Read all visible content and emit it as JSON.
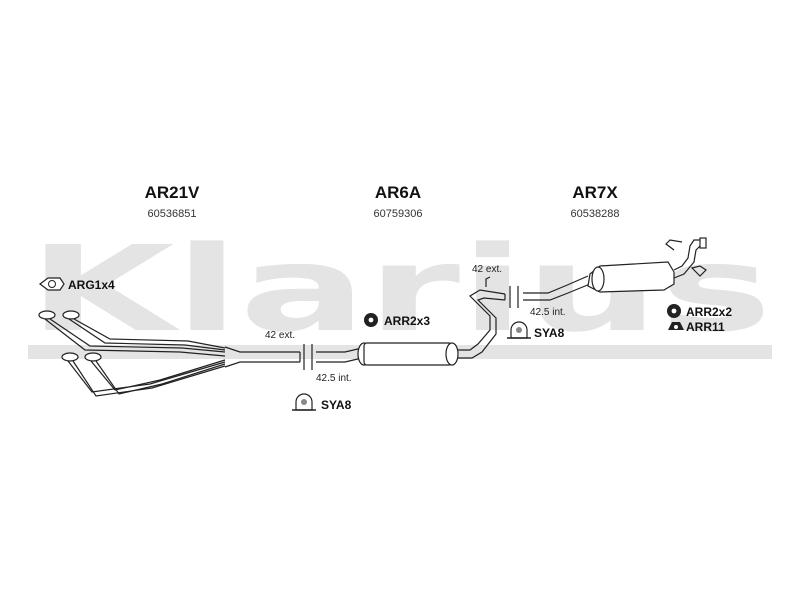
{
  "watermark": "Klarius",
  "parts": [
    {
      "code": "AR21V",
      "number": "60536851"
    },
    {
      "code": "AR6A",
      "number": "60759306"
    },
    {
      "code": "AR7X",
      "number": "60538288"
    }
  ],
  "accessories": [
    {
      "label": "ARG1x4",
      "icon": "gasket-icon"
    },
    {
      "label": "ARR2x3",
      "icon": "rubber-mount-icon"
    },
    {
      "label": "SYA8",
      "icon": "clamp-icon"
    },
    {
      "label": "SYA8",
      "icon": "clamp-icon"
    },
    {
      "label": "ARR2x2",
      "icon": "rubber-mount-icon"
    },
    {
      "label": "ARR11",
      "icon": "rubber-mount-icon"
    }
  ],
  "joints": [
    {
      "ext": "42 ext.",
      "int": "42.5 int."
    },
    {
      "ext": "42 ext.",
      "int": "42.5 int."
    }
  ],
  "colors": {
    "watermark": "#e4e4e4",
    "line": "#222222",
    "text": "#111111"
  }
}
